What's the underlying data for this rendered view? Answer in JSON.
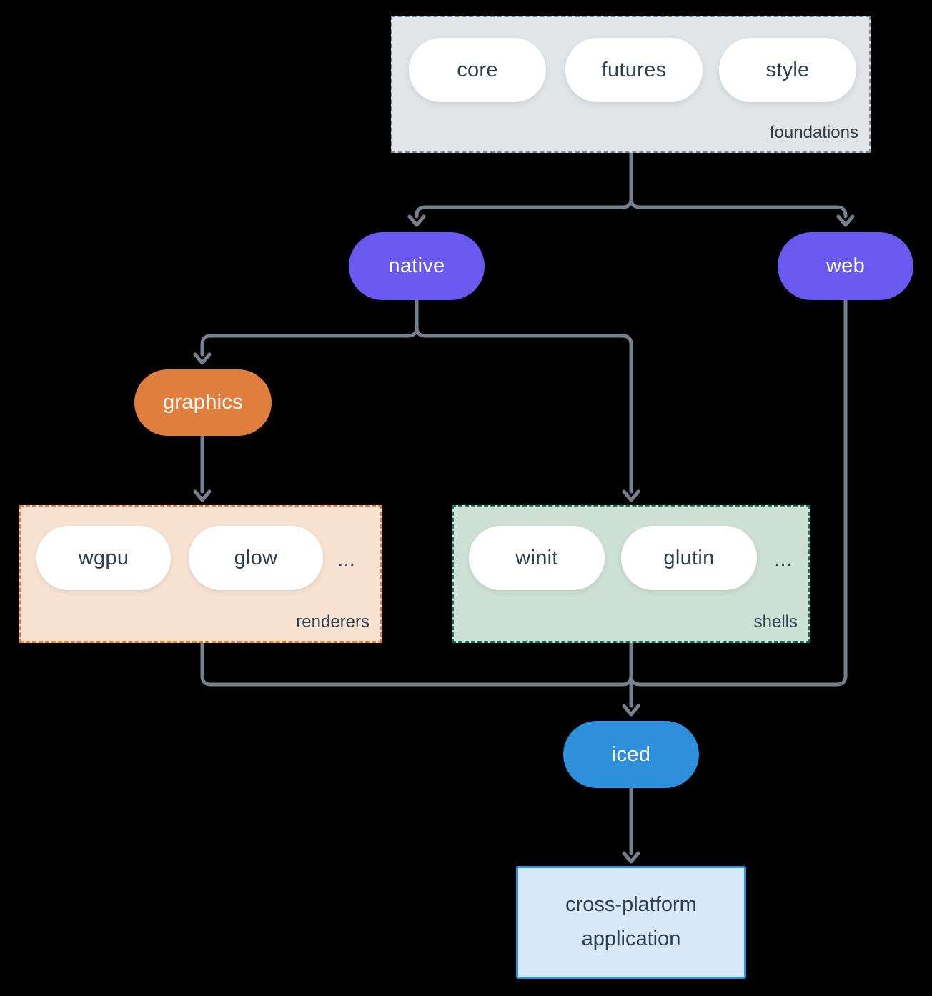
{
  "colors": {
    "background": "#000000",
    "arrow": "#76818D",
    "text-dark": "#2F3E4B",
    "text-light": "#FFFFFF",
    "purple": "#6A59EE",
    "orange": "#E07E3D",
    "blue": "#2E8FDB",
    "foundations-fill": "#E1E5E8",
    "foundations-border": "#7C8995",
    "renderers-fill": "#F8E3D2",
    "renderers-border": "#E07E3D",
    "shells-fill": "#CFE0D6",
    "shells-border": "#1E705C",
    "app-fill": "#D8E8F9",
    "app-border": "#2E8FDB",
    "pill-fill": "#FFFFFF"
  },
  "diagram": {
    "foundations": {
      "label": "foundations",
      "items": [
        "core",
        "futures",
        "style"
      ]
    },
    "native": "native",
    "web": "web",
    "graphics": "graphics",
    "renderers": {
      "label": "renderers",
      "items": [
        "wgpu",
        "glow"
      ],
      "ellipsis": "..."
    },
    "shells": {
      "label": "shells",
      "items": [
        "winit",
        "glutin"
      ],
      "ellipsis": "..."
    },
    "iced": "iced",
    "application": "cross-platform application"
  }
}
